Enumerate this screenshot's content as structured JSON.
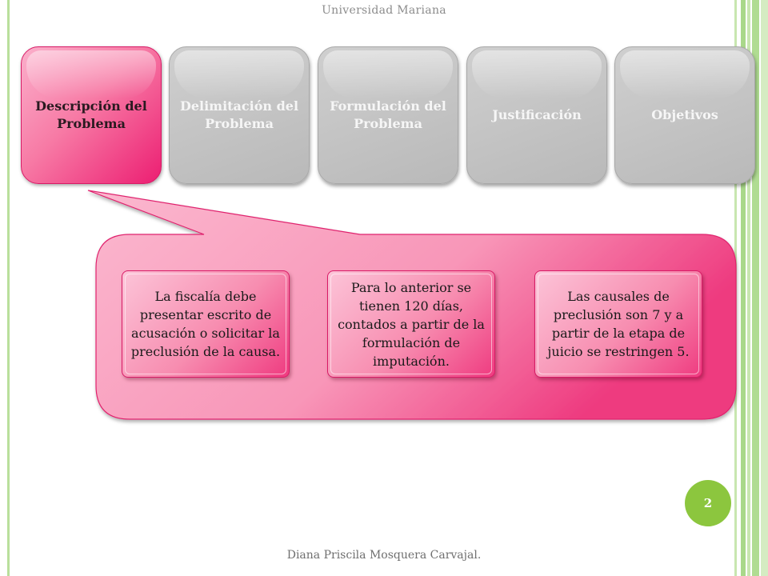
{
  "header": {
    "title": "Universidad Mariana"
  },
  "tabs": [
    {
      "label": "Descripción del Problema"
    },
    {
      "label": "Delimitación del Problema"
    },
    {
      "label": "Formulación del Problema"
    },
    {
      "label": "Justificación"
    },
    {
      "label": "Objetivos"
    }
  ],
  "notes": [
    {
      "text": "La fiscalía debe presentar escrito de acusación o solicitar la preclusión de la causa."
    },
    {
      "text": "Para lo anterior se tienen 120 días, contados a partir de la formulación de imputación."
    },
    {
      "text": "Las causales de preclusión son 7 y a partir de la etapa de juicio se restringen 5."
    }
  ],
  "footer": {
    "author": "Diana Priscila Mosquera Carvajal."
  },
  "page_number": "2",
  "colors": {
    "accent_pink": "#ec1e72",
    "inactive_gray": "#bdbdbd",
    "page_badge_green": "#8cc63e"
  }
}
